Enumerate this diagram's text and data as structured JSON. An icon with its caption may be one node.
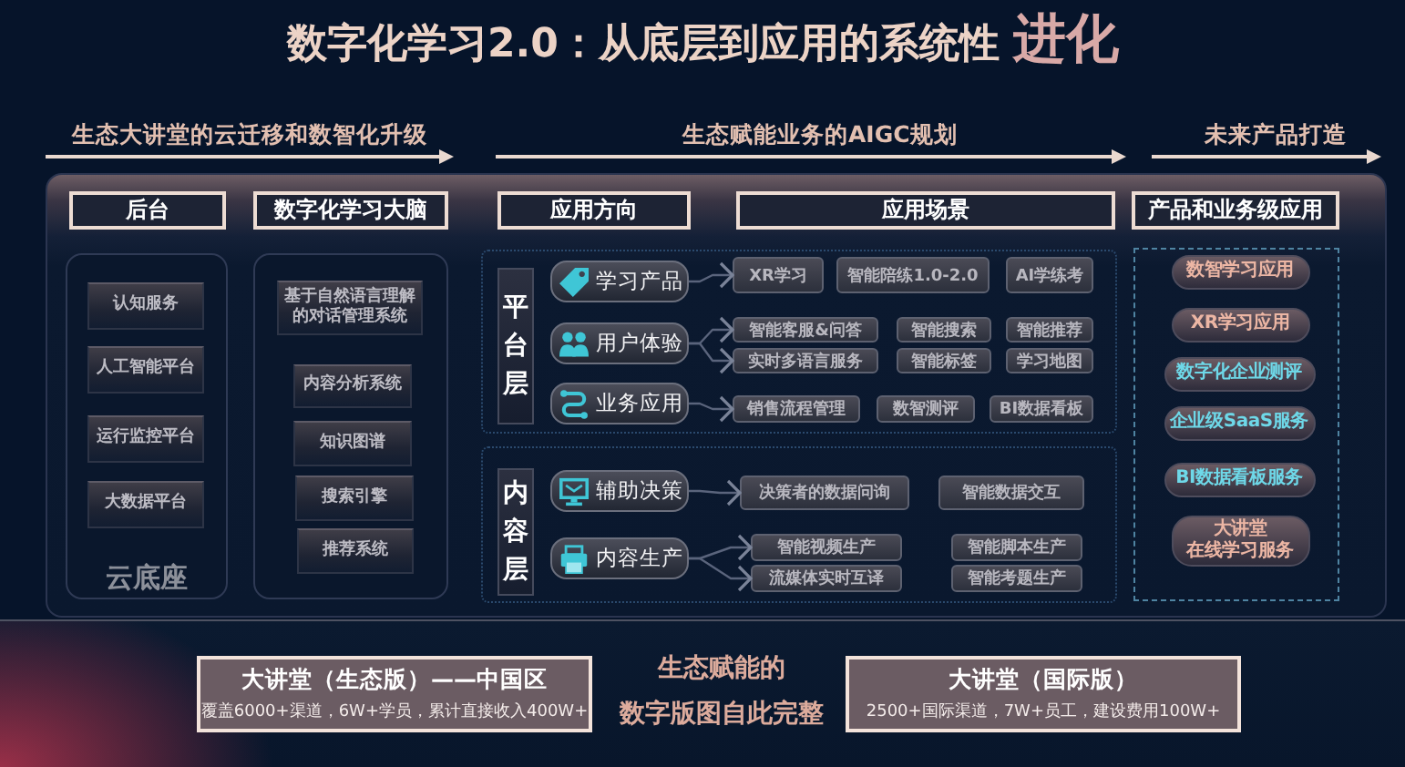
{
  "diagram": {
    "title": "数字化学习2.0：从底层到应用的系统性 **进化**",
    "nodes": [
      {
        "text": [],
        "shape": "box"
      },
      {
        "text": [
          "后台"
        ],
        "in": 0
      },
      {
        "text": [
          "数字化学习大脑"
        ],
        "in": 0
      },
      {
        "text": [
          "应用方向"
        ],
        "in": 0
      },
      {
        "text": [
          "应用场景"
        ],
        "in": 0
      },
      {
        "text": [
          "产品和业务级应用"
        ],
        "in": 0
      },
      {
        "text": [
          "云底座"
        ],
        "in": 0
      },
      {
        "text": [
          "认知服务"
        ],
        "in": 6
      },
      {
        "text": [
          "人工智能平台"
        ],
        "in": 6
      },
      {
        "text": [
          "运行监控平台"
        ],
        "in": 6
      },
      {
        "text": [
          "大数据平台"
        ],
        "in": 6
      },
      {
        "text": [],
        "shape": "box",
        "in": 0
      },
      {
        "text": [
          "基于自然语言理解的对话管理系统"
        ],
        "in": 11
      },
      {
        "text": [
          "内容分析系统"
        ],
        "in": 11
      },
      {
        "text": [
          "知识图谱"
        ],
        "in": 11
      },
      {
        "text": [
          "搜索引擎"
        ],
        "in": 11
      },
      {
        "text": [
          "推荐系统"
        ],
        "in": 11
      },
      {
        "text": [],
        "shape": "box",
        "in": 0
      },
      {
        "text": [
          "平台层"
        ],
        "in": 17
      },
      {
        "text": [
          "学习产品"
        ],
        "in": 17
      },
      {
        "text": [
          "XR学习"
        ],
        "in": 17
      },
      {
        "text": [
          "智能陪练1.0-2.0"
        ],
        "in": 17
      },
      {
        "text": [
          "AI学练考"
        ],
        "in": 17
      },
      {
        "text": [
          "用户体验"
        ],
        "in": 17
      },
      {
        "text": [
          "智能客服&问答"
        ],
        "in": 17
      },
      {
        "text": [
          "智能搜索"
        ],
        "in": 17
      },
      {
        "text": [
          "智能推荐"
        ],
        "in": 17
      },
      {
        "text": [
          "实时多语言服务"
        ],
        "in": 17
      },
      {
        "text": [
          "智能标签"
        ],
        "in": 17
      },
      {
        "text": [
          "学习地图"
        ],
        "in": 17
      },
      {
        "text": [
          "业务应用"
        ],
        "in": 17
      },
      {
        "text": [
          "销售流程管理"
        ],
        "in": 17
      },
      {
        "text": [
          "数智测评"
        ],
        "in": 17
      },
      {
        "text": [
          "BI数据看板"
        ],
        "in": 17
      },
      {
        "text": [],
        "shape": "box",
        "in": 0
      },
      {
        "text": [
          "内容层"
        ],
        "in": 34
      },
      {
        "text": [
          "辅助决策"
        ],
        "in": 34
      },
      {
        "text": [
          "决策者的数据问询"
        ],
        "in": 34
      },
      {
        "text": [
          "智能数据交互"
        ],
        "in": 34
      },
      {
        "text": [
          "内容生产"
        ],
        "in": 34
      },
      {
        "text": [
          "智能视频生产"
        ],
        "in": 34
      },
      {
        "text": [
          "智能脚本生产"
        ],
        "in": 34
      },
      {
        "text": [
          "流媒体实时互译"
        ],
        "in": 34
      },
      {
        "text": [
          "智能考题生产"
        ],
        "in": 34
      },
      {
        "text": [],
        "shape": "box",
        "in": 0
      },
      {
        "text": [
          "数智学习应用"
        ],
        "in": 44
      },
      {
        "text": [
          "XR学习应用"
        ],
        "in": 44
      },
      {
        "text": [
          "数字化企业测评"
        ],
        "in": 44
      },
      {
        "text": [
          "企业级SaaS服务"
        ],
        "in": 44
      },
      {
        "text": [
          "BI数据看板服务"
        ],
        "in": 44
      },
      {
        "text": [
          "大讲堂在线学习服务"
        ],
        "in": 44
      },
      {
        "text": [
          "大讲堂（生态版）——中国区",
          "覆盖6000+渠道，6W+学员，累计直接收入400W+"
        ]
      },
      {
        "text": [
          "大讲堂（国际版）",
          "2500+国际渠道，7W+员工，建设费用100W+"
        ]
      }
    ],
    "edges": [
      {
        "from": 19,
        "to": 20,
        "arrow": "to"
      },
      {
        "from": 23,
        "to": 24,
        "arrow": "to"
      },
      {
        "from": 23,
        "to": 27,
        "arrow": "to"
      },
      {
        "from": 30,
        "to": 31,
        "arrow": "to"
      },
      {
        "from": 36,
        "to": 37,
        "arrow": "to"
      },
      {
        "from": 39,
        "to": 40,
        "arrow": "to"
      },
      {
        "from": 39,
        "to": 42,
        "arrow": "to"
      }
    ],
    "labels": [
      "生态大讲堂的云迁移和数智化升级",
      "生态赋能业务的AIGC规划",
      "未来产品打造",
      "生态赋能的数字版图自此完整"
    ]
  }
}
